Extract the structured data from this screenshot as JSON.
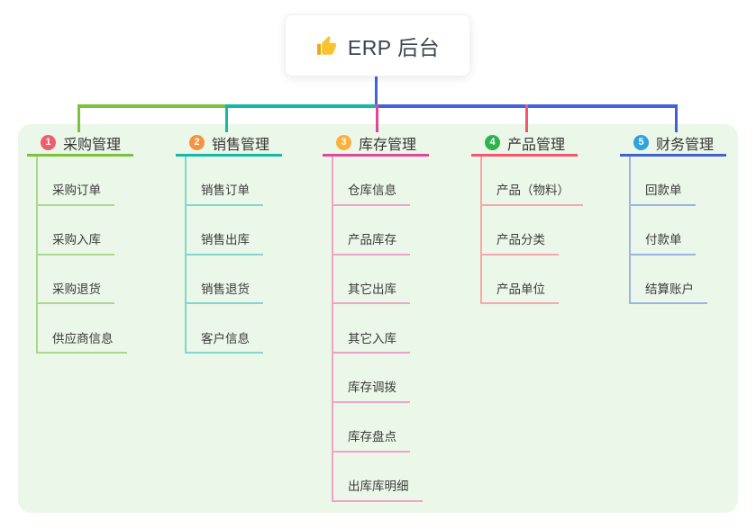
{
  "root": {
    "title": "ERP 后台",
    "icon": "thumbs-up-icon",
    "icon_color": "#f9c22e"
  },
  "panel_color": "#ebf7e8",
  "connectors": {
    "root_drop_color": "#4463da",
    "segments": [
      {
        "name": "left",
        "color": "#7ec13d"
      },
      {
        "name": "middle",
        "color": "#14b8a6"
      },
      {
        "name": "right",
        "color": "#4463da"
      }
    ]
  },
  "branches": [
    {
      "num": "1",
      "label": "采购管理",
      "badge_color": "#ef5e6d",
      "line_color": "#7ec13d",
      "light_color": "#abd88d",
      "children": [
        "采购订单",
        "采购入库",
        "采购退货",
        "供应商信息"
      ]
    },
    {
      "num": "2",
      "label": "销售管理",
      "badge_color": "#f8923f",
      "line_color": "#14b8a6",
      "light_color": "#7fd8ca",
      "children": [
        "销售订单",
        "销售出库",
        "销售退货",
        "客户信息"
      ]
    },
    {
      "num": "3",
      "label": "库存管理",
      "badge_color": "#fbb03b",
      "line_color": "#e0479a",
      "light_color": "#f0a3c9",
      "children": [
        "仓库信息",
        "产品库存",
        "其它出库",
        "其它入库",
        "库存调拨",
        "库存盘点",
        "出库库明细"
      ]
    },
    {
      "num": "4",
      "label": "产品管理",
      "badge_color": "#2eb34f",
      "line_color": "#f4566b",
      "light_color": "#f7a6ae",
      "children": [
        "产品（物料）",
        "产品分类",
        "产品单位"
      ]
    },
    {
      "num": "5",
      "label": "财务管理",
      "badge_color": "#2fa3dd",
      "line_color": "#4160d2",
      "light_color": "#9db2e8",
      "children": [
        "回款单",
        "付款单",
        "结算账户"
      ]
    }
  ]
}
